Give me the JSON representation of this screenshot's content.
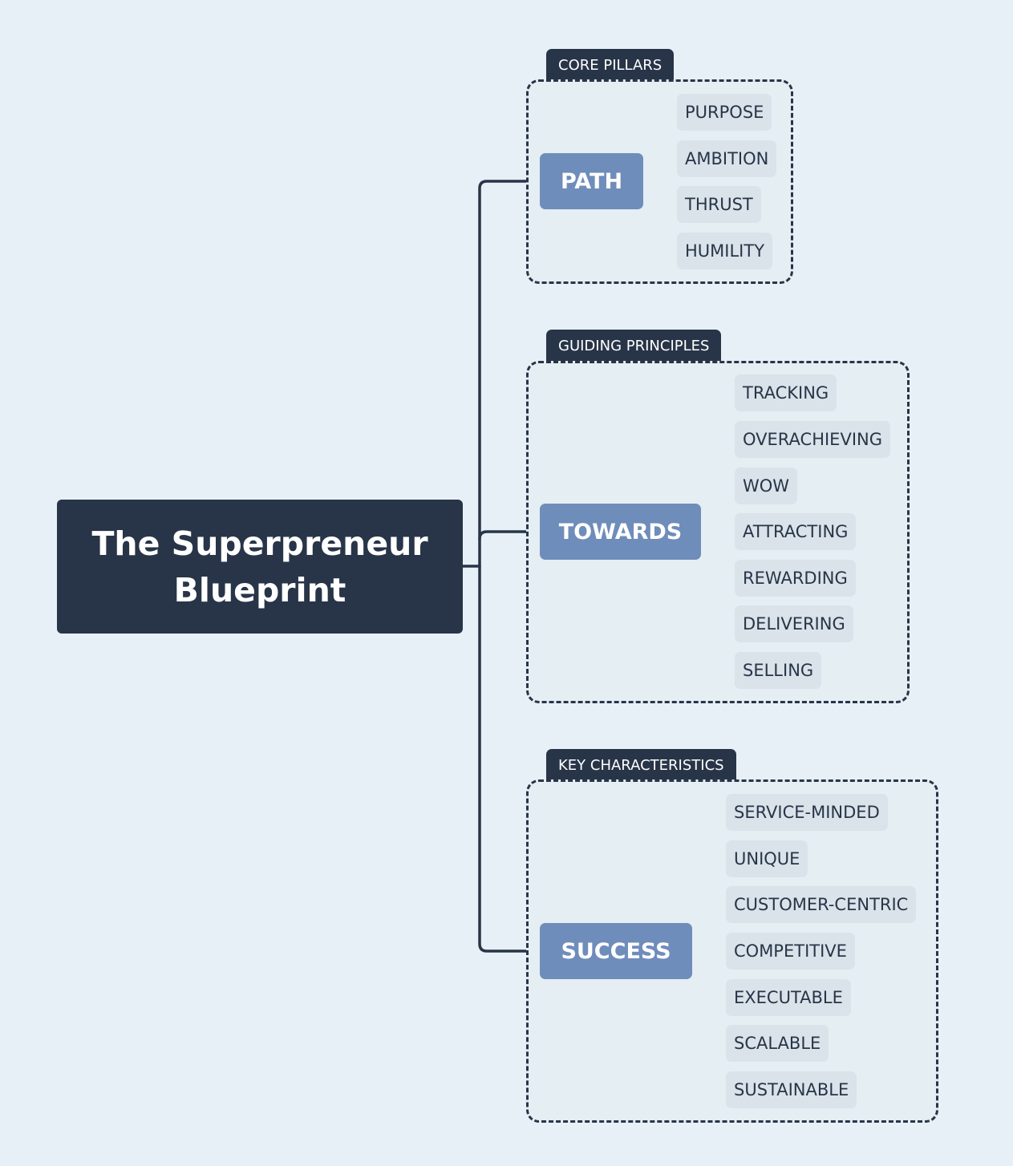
{
  "root": {
    "title": "The Superpreneur Blueprint"
  },
  "groups": [
    {
      "tag": "CORE PILLARS",
      "branch": "PATH",
      "items": [
        "PURPOSE",
        "AMBITION",
        "THRUST",
        "HUMILITY"
      ]
    },
    {
      "tag": "GUIDING PRINCIPLES",
      "branch": "TOWARDS",
      "items": [
        "TRACKING",
        "OVERACHIEVING",
        "WOW",
        "ATTRACTING",
        "REWARDING",
        "DELIVERING",
        "SELLING"
      ]
    },
    {
      "tag": "KEY CHARACTERISTICS",
      "branch": "SUCCESS",
      "items": [
        "SERVICE-MINDED",
        "UNIQUE",
        "CUSTOMER-CENTRIC",
        "COMPETITIVE",
        "EXECUTABLE",
        "SCALABLE",
        "SUSTAINABLE"
      ]
    }
  ],
  "colors": {
    "dark": "#283548",
    "branch": "#6f8dbb",
    "leaf": "#dae3ea",
    "background": "#e8f0f7"
  }
}
